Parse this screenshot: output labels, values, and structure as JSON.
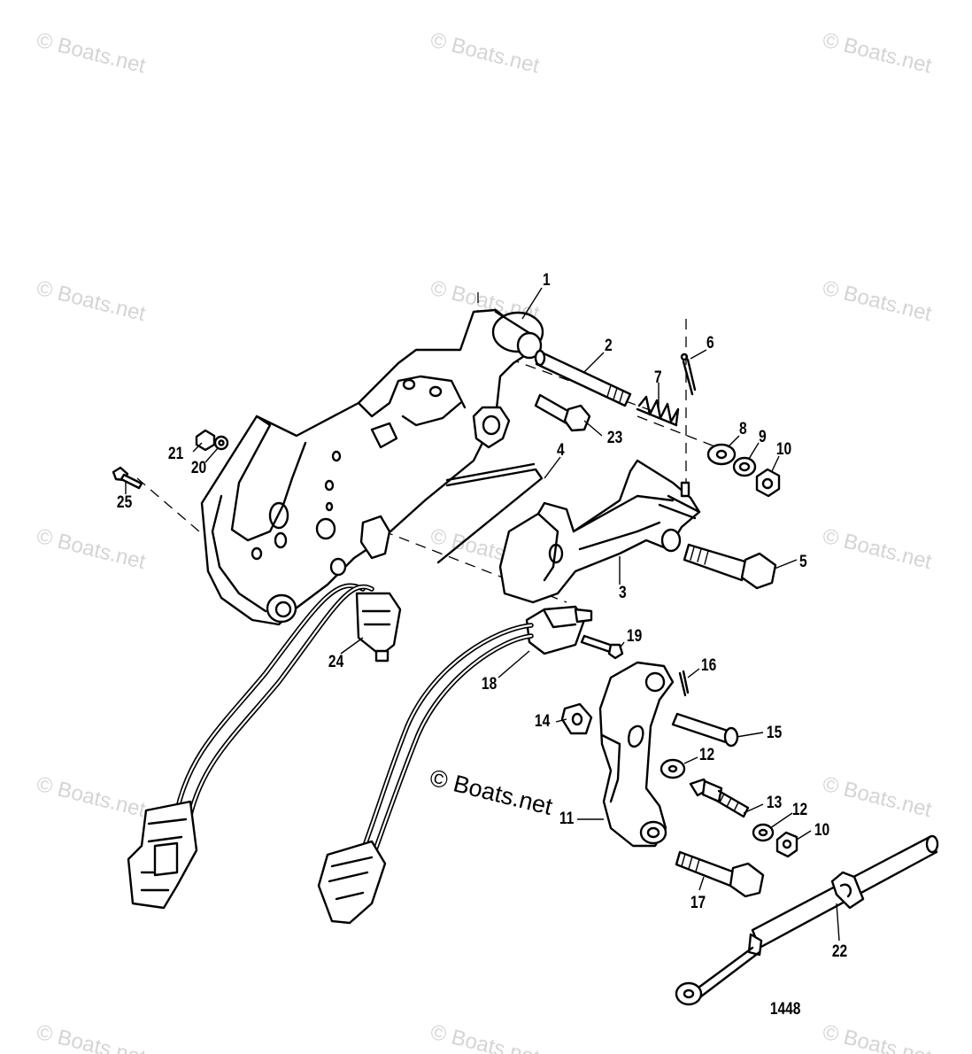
{
  "diagram": {
    "figure_number": "1448",
    "center_watermark": "© Boats.net",
    "watermark_text": "© Boats.net",
    "callouts": [
      {
        "id": "c1",
        "label": "1"
      },
      {
        "id": "c2",
        "label": "2"
      },
      {
        "id": "c3",
        "label": "3"
      },
      {
        "id": "c4",
        "label": "4"
      },
      {
        "id": "c5",
        "label": "5"
      },
      {
        "id": "c6",
        "label": "6"
      },
      {
        "id": "c7",
        "label": "7"
      },
      {
        "id": "c8",
        "label": "8"
      },
      {
        "id": "c9",
        "label": "9"
      },
      {
        "id": "c10a",
        "label": "10"
      },
      {
        "id": "c10b",
        "label": "10"
      },
      {
        "id": "c11",
        "label": "11"
      },
      {
        "id": "c12a",
        "label": "12"
      },
      {
        "id": "c12b",
        "label": "12"
      },
      {
        "id": "c13",
        "label": "13"
      },
      {
        "id": "c14",
        "label": "14"
      },
      {
        "id": "c15",
        "label": "15"
      },
      {
        "id": "c16",
        "label": "16"
      },
      {
        "id": "c17",
        "label": "17"
      },
      {
        "id": "c18",
        "label": "18"
      },
      {
        "id": "c19",
        "label": "19"
      },
      {
        "id": "c20",
        "label": "20"
      },
      {
        "id": "c21",
        "label": "21"
      },
      {
        "id": "c22",
        "label": "22"
      },
      {
        "id": "c23",
        "label": "23"
      },
      {
        "id": "c24",
        "label": "24"
      },
      {
        "id": "c25",
        "label": "25"
      }
    ]
  }
}
